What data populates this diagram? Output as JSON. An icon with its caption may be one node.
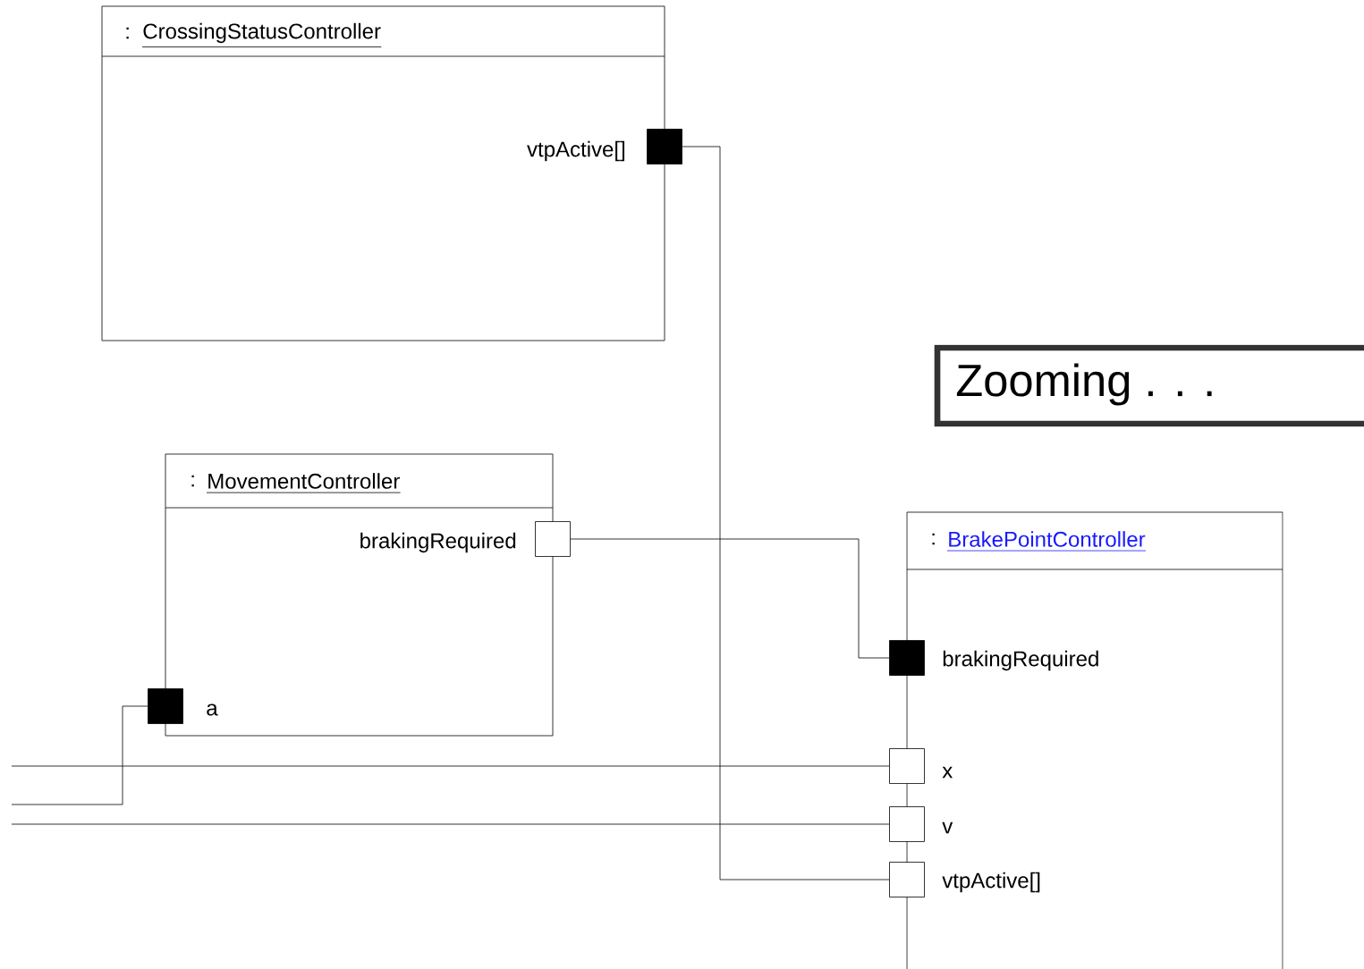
{
  "diagram": {
    "nodes": [
      {
        "text": [
          ":",
          "CrossingStatusController"
        ]
      },
      {
        "text": [
          "vtpActive[]"
        ],
        "in": 0
      },
      {
        "text": [
          ":",
          "MovementController"
        ]
      },
      {
        "text": [
          "brakingRequired"
        ],
        "in": 2
      },
      {
        "text": [
          "a"
        ],
        "in": 2
      },
      {
        "text": [
          ":",
          "BrakePointController"
        ]
      },
      {
        "text": [
          "brakingRequired"
        ],
        "in": 5
      },
      {
        "text": [
          "x"
        ],
        "in": 5
      },
      {
        "text": [
          "v"
        ],
        "in": 5
      },
      {
        "text": [
          "vtpActive[]"
        ],
        "in": 5
      },
      {
        "text": [
          "Zooming . . ."
        ]
      }
    ],
    "edges": [
      {
        "from": 1,
        "to": 9,
        "arrow": "none"
      },
      {
        "from": 3,
        "to": 6,
        "arrow": "none"
      },
      {
        "from": null,
        "to": 4,
        "arrow": "none"
      },
      {
        "from": null,
        "to": 7,
        "arrow": "none"
      },
      {
        "from": null,
        "to": 8,
        "arrow": "none"
      }
    ]
  }
}
